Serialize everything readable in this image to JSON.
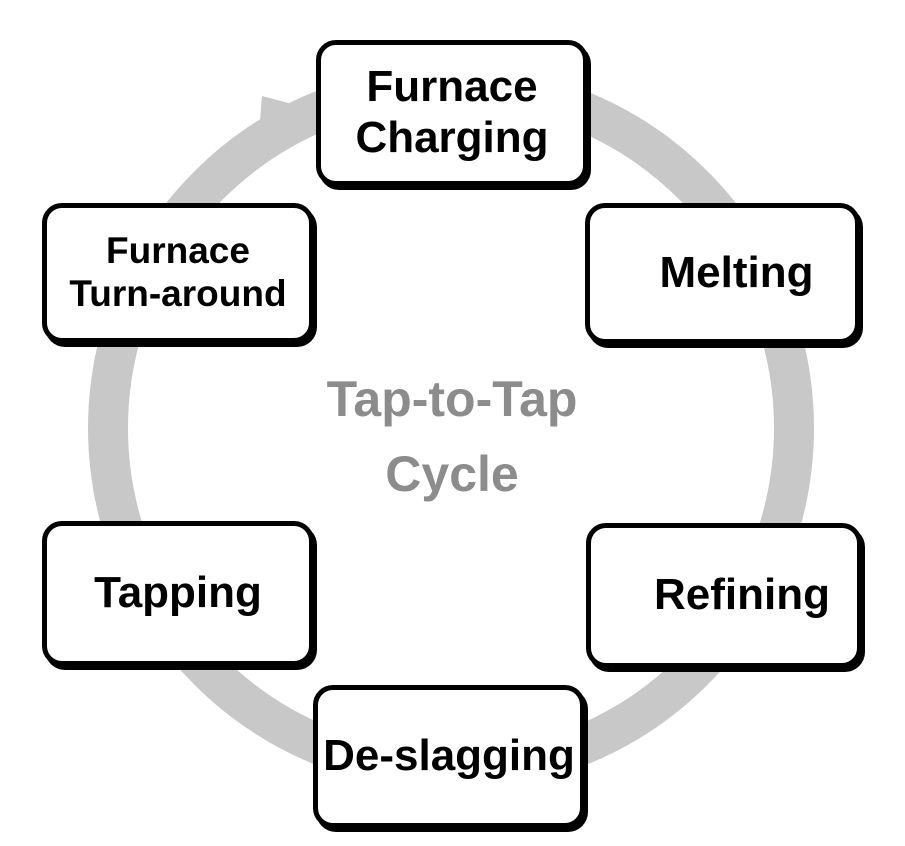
{
  "diagram": {
    "center_label": "Tap-to-Tap\nCycle",
    "stages": [
      {
        "id": "charging",
        "label": "Furnace\nCharging"
      },
      {
        "id": "melting",
        "label": "Melting"
      },
      {
        "id": "refining",
        "label": "Refining"
      },
      {
        "id": "deslagging",
        "label": "De-slagging"
      },
      {
        "id": "tapping",
        "label": "Tapping"
      },
      {
        "id": "turnaround",
        "label": "Furnace\nTurn-around"
      }
    ],
    "colors": {
      "ring": "#c8c8c8",
      "box_border": "#000000",
      "box_fill": "#ffffff",
      "stage_text": "#000000",
      "center_text": "#8c8c8c"
    },
    "flow_direction": "clockwise"
  }
}
